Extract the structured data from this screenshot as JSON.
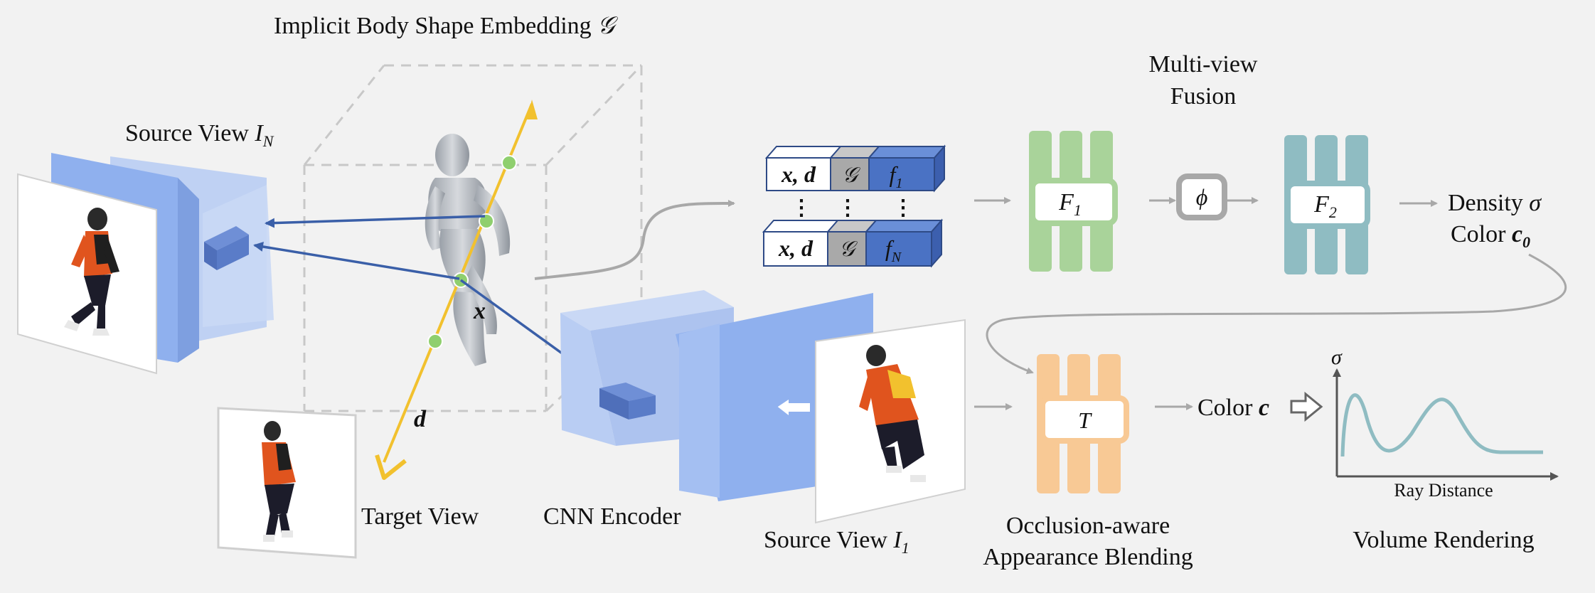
{
  "labels": {
    "implicit_title": "Implicit Body Shape Embedding",
    "implicit_symbol": "𝒢",
    "source_view_n": "Source View",
    "source_view_n_sub": "N",
    "target_view": "Target View",
    "cnn_encoder": "CNN Encoder",
    "source_view_1": "Source View",
    "source_view_1_sub": "1",
    "ray_point": "x",
    "ray_dir": "d",
    "multiview_line1": "Multi-view",
    "multiview_line2": "Fusion",
    "f1_block": "F",
    "f1_sub": "1",
    "phi_block": "ϕ",
    "f2_block": "F",
    "f2_sub": "2",
    "density_line": "Density",
    "density_sym": "σ",
    "color_line": "Color",
    "color_sym": "c",
    "color_sub": "0",
    "t_block": "T",
    "color_c_text": "Color",
    "color_c_sym": "c",
    "occlusion_line1": "Occlusion-aware",
    "occlusion_line2": "Appearance Blending",
    "volume_rendering": "Volume Rendering",
    "plot_ylabel": "σ",
    "plot_xlabel": "Ray Distance"
  },
  "feature_vectors": [
    {
      "xd": "x, d",
      "g": "𝒢",
      "f": "f",
      "f_sub": "1"
    },
    {
      "xd": "x, d",
      "g": "𝒢",
      "f": "f",
      "f_sub": "N"
    }
  ],
  "dots": "⋮",
  "colors": {
    "background": "#f2f2f2",
    "ray": "#f2c12e",
    "arrow_blue": "#3a5fa8",
    "sample_point": "#8fcf6e",
    "mlp_green": "#a9d39a",
    "mlp_teal": "#8fbcc2",
    "mlp_orange": "#f8c995",
    "feature_blue": "#4a72c4",
    "feature_gray": "#a9a9a9",
    "cnn_blue": "#8fb0ee",
    "curve": "#8fbcc2"
  }
}
